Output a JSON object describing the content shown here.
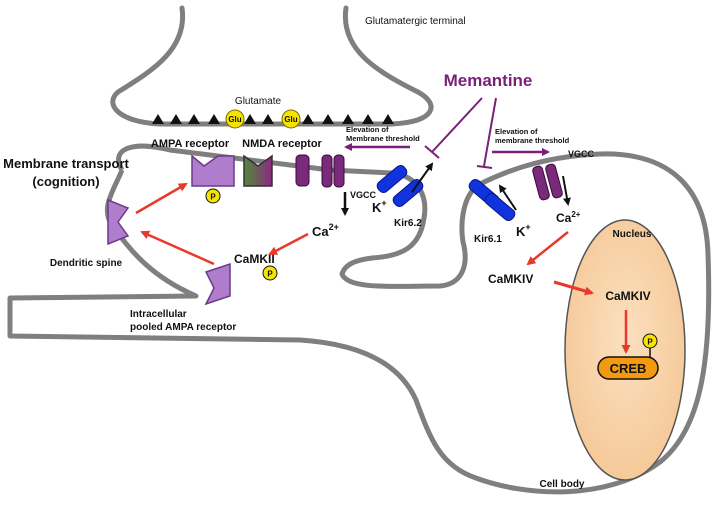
{
  "labels": {
    "glutamatergic_terminal": "Glutamatergic terminal",
    "glutamate": "Glutamate",
    "glu": "Glu",
    "ampa_receptor": "AMPA receptor",
    "nmda_receptor": "NMDA receptor",
    "membrane_transport_1": "Membrane transport",
    "membrane_transport_2": "(cognition)",
    "dendritic_spine": "Dendritic spine",
    "intracellular_1": "Intracellular",
    "intracellular_2": "pooled AMPA receptor",
    "camkii": "CaMKII",
    "phospho": "P",
    "ca_base": "Ca",
    "ca_sup": "2+",
    "k_base": "K",
    "k_sup": "+",
    "kir62": "Kir6.2",
    "kir61": "Kir6.1",
    "vgcc": "VGCC",
    "elevation_left_1": "Elevation of",
    "elevation_left_2": "Membrane threshold",
    "elevation_right_1": "Elevation of",
    "elevation_right_2": "membrane threshold",
    "memantine": "Memantine",
    "camkiv": "CaMKIV",
    "nucleus": "Nucleus",
    "creb": "CREB",
    "cell_body": "Cell body"
  },
  "colors": {
    "memantine": "#7a1f7a",
    "channel_purple": "#7a2a7a",
    "kir_blue": "#1133dd",
    "ampa_lilac": "#b07ccc",
    "nucleus_fill": "#f8d3a9",
    "creb_fill": "#f39a10",
    "phospho_yellow": "#f5e400",
    "arrow_red": "#e8392c",
    "membrane_gray": "#7f7f7f"
  }
}
